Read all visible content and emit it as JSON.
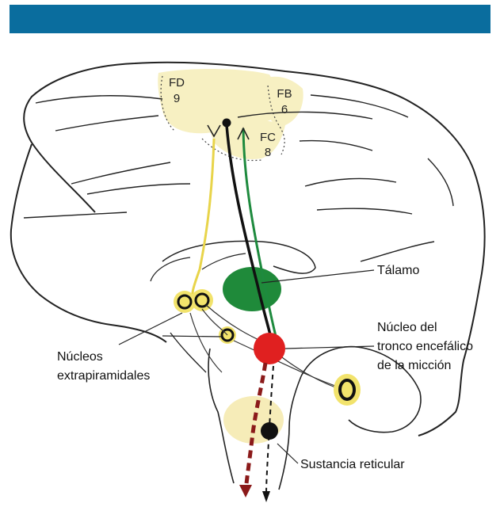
{
  "header_bar": {
    "color": "#0a6d9e"
  },
  "areas": {
    "fd": {
      "name": "FD",
      "number": "9"
    },
    "fb": {
      "name": "FB",
      "number": "6"
    },
    "fc": {
      "name": "FC",
      "number": "8"
    }
  },
  "labels": {
    "talamo": "Tálamo",
    "nucleo_line1": "Núcleo del",
    "nucleo_line2": "tronco encefálico",
    "nucleo_line3": "de la micción",
    "extrap_line1": "Núcleos",
    "extrap_line2": "extrapiramidales",
    "sustancia": "Sustancia reticular"
  },
  "colors": {
    "cortex_area": "#f7f0c2",
    "yellow_tract": "#e8d44a",
    "green_tract": "#1e8a3e",
    "thalamus": "#1f8a3a",
    "micturition_nucleus": "#e02020",
    "descending_tract": "#8b1a1a",
    "outline": "#222222"
  }
}
